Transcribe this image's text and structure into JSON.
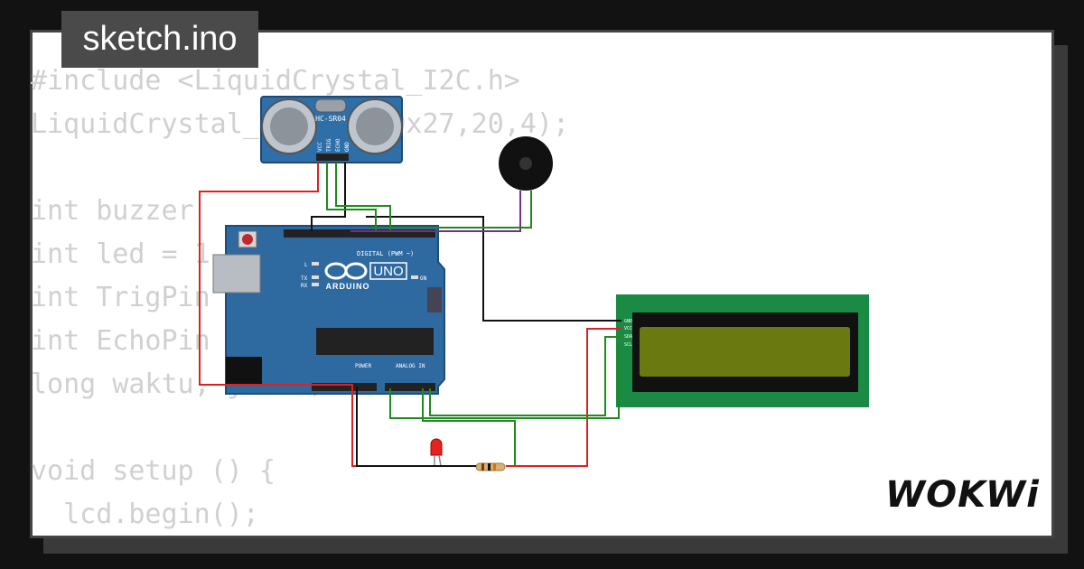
{
  "sketch": {
    "filename": "sketch.ino",
    "code_lines": [
      "#include <LiquidCrystal_I2C.h>",
      "LiquidCrystal_I2C lcd(0x27,20,4);",
      "",
      "int buzzer",
      "int led = 1",
      "int TrigPin",
      "int EchoPin",
      "long waktu, jarak;",
      "",
      "void setup () {",
      "  lcd.begin();"
    ]
  },
  "brand": {
    "name": "WOKWi"
  },
  "components": {
    "sensor_label": "HC-SR04",
    "sensor_pins": [
      "VCC",
      "TRIG",
      "ECHO",
      "GND"
    ],
    "arduino_logo": "ARDUINO",
    "arduino_model": "UNO",
    "digital_label": "DIGITAL (PWM ~)",
    "power_label": "POWER",
    "analog_label": "ANALOG IN",
    "on_label": "ON",
    "led_l": "L",
    "led_tx": "TX",
    "led_rx": "RX",
    "lcd_pins": [
      "GND",
      "VCC",
      "SDA",
      "SCL"
    ]
  },
  "colors": {
    "wire_red": "#e02020",
    "wire_green": "#1f8a1f",
    "wire_black": "#111111",
    "wire_purple": "#7a2a8a",
    "board_blue": "#2e6aa0",
    "lcd_green": "#1a8a45",
    "lcd_screen": "#6a7a10"
  }
}
